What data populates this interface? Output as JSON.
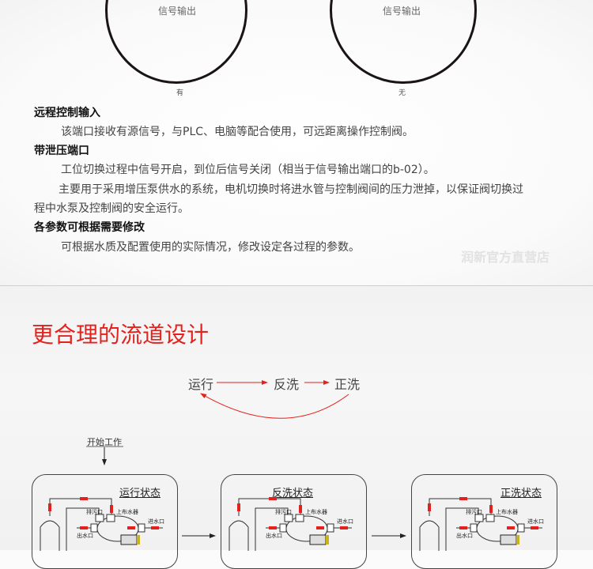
{
  "signal_diagrams": [
    {
      "label": "信号输出",
      "state": "有"
    },
    {
      "label": "信号输出",
      "state": "无"
    }
  ],
  "sections": [
    {
      "heading": "远程控制输入",
      "paragraphs": [
        "该端口接收有源信号，与PLC、电脑等配合使用，可远距离操作控制阀。"
      ]
    },
    {
      "heading": "带泄压端口",
      "paragraphs": [
        "工位切换过程中信号开启，到位后信号关闭（相当于信号输出端口的b-02）。",
        "主要用于采用增压泵供水的系统，电机切换时将进水管与控制阀间的压力泄掉，以保证阀切换过",
        "程中水泵及控制阀的安全运行。"
      ]
    },
    {
      "heading": "各参数可根据需要修改",
      "paragraphs": [
        "可根据水质及配置使用的实际情况，修改设定各过程的参数。"
      ]
    }
  ],
  "watermark": "润新官方直营店",
  "flow_section": {
    "title": "更合理的流道设计",
    "cycle": [
      "运行",
      "反洗",
      "正洗"
    ],
    "start_label": "开始工作",
    "accent_color": "#e3221e",
    "states": [
      {
        "title": "运行状态",
        "labels": {
          "drain": "排污口",
          "distributor": "上布水器",
          "inlet": "进水口",
          "outlet": "出水口"
        }
      },
      {
        "title": "反洗状态",
        "labels": {
          "drain": "排污口",
          "distributor": "上布水器",
          "inlet": "进水口",
          "outlet": "出水口"
        }
      },
      {
        "title": "正洗状态",
        "labels": {
          "drain": "排污口",
          "distributor": "上布水器",
          "inlet": "进水口",
          "outlet": "出水口"
        }
      }
    ]
  }
}
